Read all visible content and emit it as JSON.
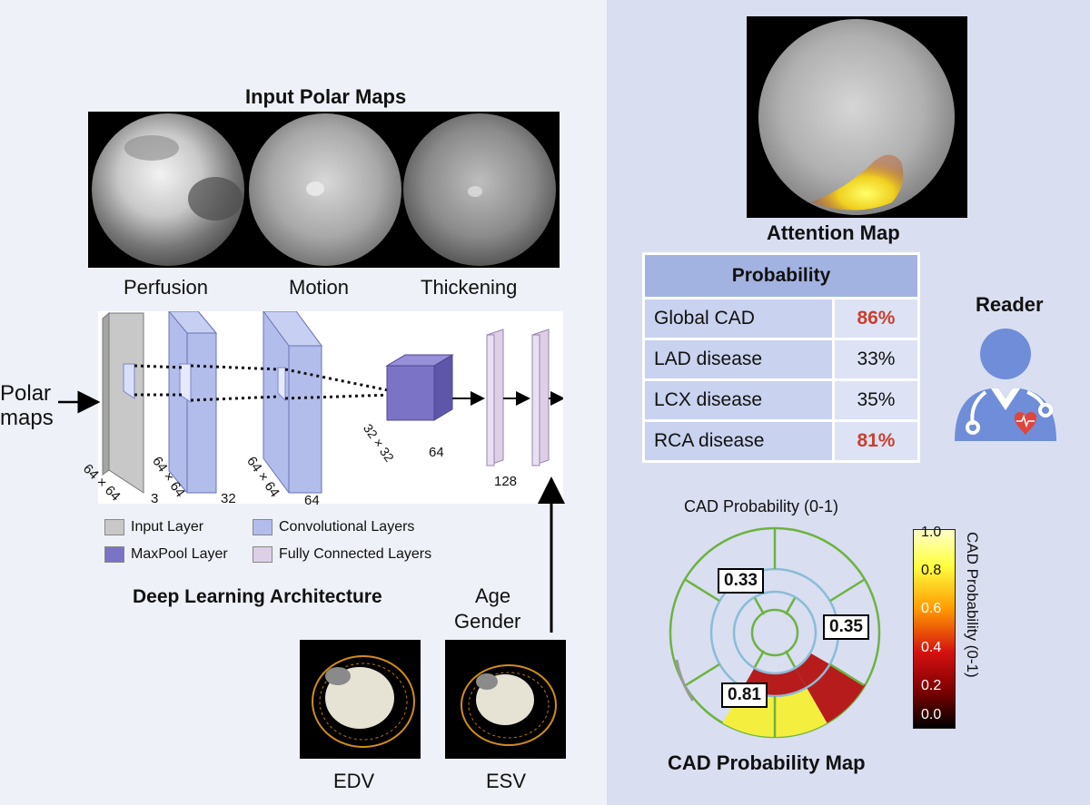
{
  "input_maps": {
    "title": "Input Polar Maps",
    "labels": [
      "Perfusion",
      "Motion",
      "Thickening"
    ]
  },
  "architecture": {
    "input_label_line1": "Polar",
    "input_label_line2": "maps",
    "dims": {
      "input": "64 × 64",
      "input_ch": "3",
      "conv1": "64 × 64",
      "conv1_ch": "32",
      "conv2": "64 × 64",
      "conv2_ch": "64",
      "pool": "32 × 32",
      "pool_ch": "64",
      "fc": "128"
    },
    "legend": {
      "input": "Input Layer",
      "conv": "Convolutional Layers",
      "maxpool": "MaxPool Layer",
      "fc": "Fully Connected Layers"
    },
    "title": "Deep Learning Architecture",
    "extra_input_line1": "Age",
    "extra_input_line2": "Gender",
    "volumes": [
      "EDV",
      "ESV"
    ],
    "colors": {
      "input": "#c8c8c8",
      "conv": "#b3bdec",
      "maxpool": "#7b73c6",
      "fc": "#dccfe6"
    }
  },
  "attention": {
    "title": "Attention Map"
  },
  "probability": {
    "header": "Probability",
    "rows": [
      {
        "label": "Global CAD",
        "value": "86%",
        "highlight": true
      },
      {
        "label": "LAD disease",
        "value": "33%",
        "highlight": false
      },
      {
        "label": "LCX disease",
        "value": "35%",
        "highlight": false
      },
      {
        "label": "RCA disease",
        "value": "81%",
        "highlight": false
      }
    ],
    "highlight_color": "#c8402e"
  },
  "reader": {
    "label": "Reader",
    "icon": "doctor-icon"
  },
  "cad_map": {
    "top_label": "CAD Probability (0-1)",
    "title": "CAD Probability Map",
    "values": {
      "lad": "0.33",
      "lcx": "0.35",
      "rca": "0.81"
    },
    "colorbar_label": "CAD Probability (0-1)",
    "colorbar_ticks": [
      "1.0",
      "0.8",
      "0.6",
      "0.4",
      "0.2",
      "0.0"
    ]
  }
}
